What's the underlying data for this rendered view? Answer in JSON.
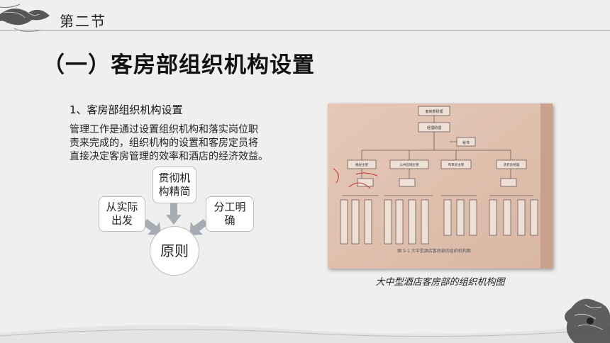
{
  "header": {
    "section": "第二节"
  },
  "main": {
    "title": "（一）客房部组织机构设置",
    "subtitle": "1、客房部组织机构设置",
    "body_lines": [
      "管理工作是通过设置组织机构和落实岗位职",
      "责来完成的，组织机构的设置和客房定员将",
      "直接决定客房管理的效率和酒店的经济效益。"
    ]
  },
  "diagram": {
    "center": "原则",
    "left": [
      "从实际",
      "出发"
    ],
    "top": [
      "贯彻机",
      "构精简"
    ],
    "right": [
      "分工明",
      "确"
    ]
  },
  "figure": {
    "caption": "大中型酒店客房部的组织机构图",
    "chart_top": "客房部经理",
    "chart_level2": "经理助理",
    "chart_level3": "秘书",
    "managers": [
      "楼层主管",
      "公共区域主管",
      "布草房主管",
      "洗衣房经理"
    ],
    "figure_label": "图 5-1  大中型酒店客房部的组织机构图"
  },
  "colors": {
    "background": "#efefef",
    "node_border": "#bcbcbc",
    "arrow": "#a6acb4"
  }
}
